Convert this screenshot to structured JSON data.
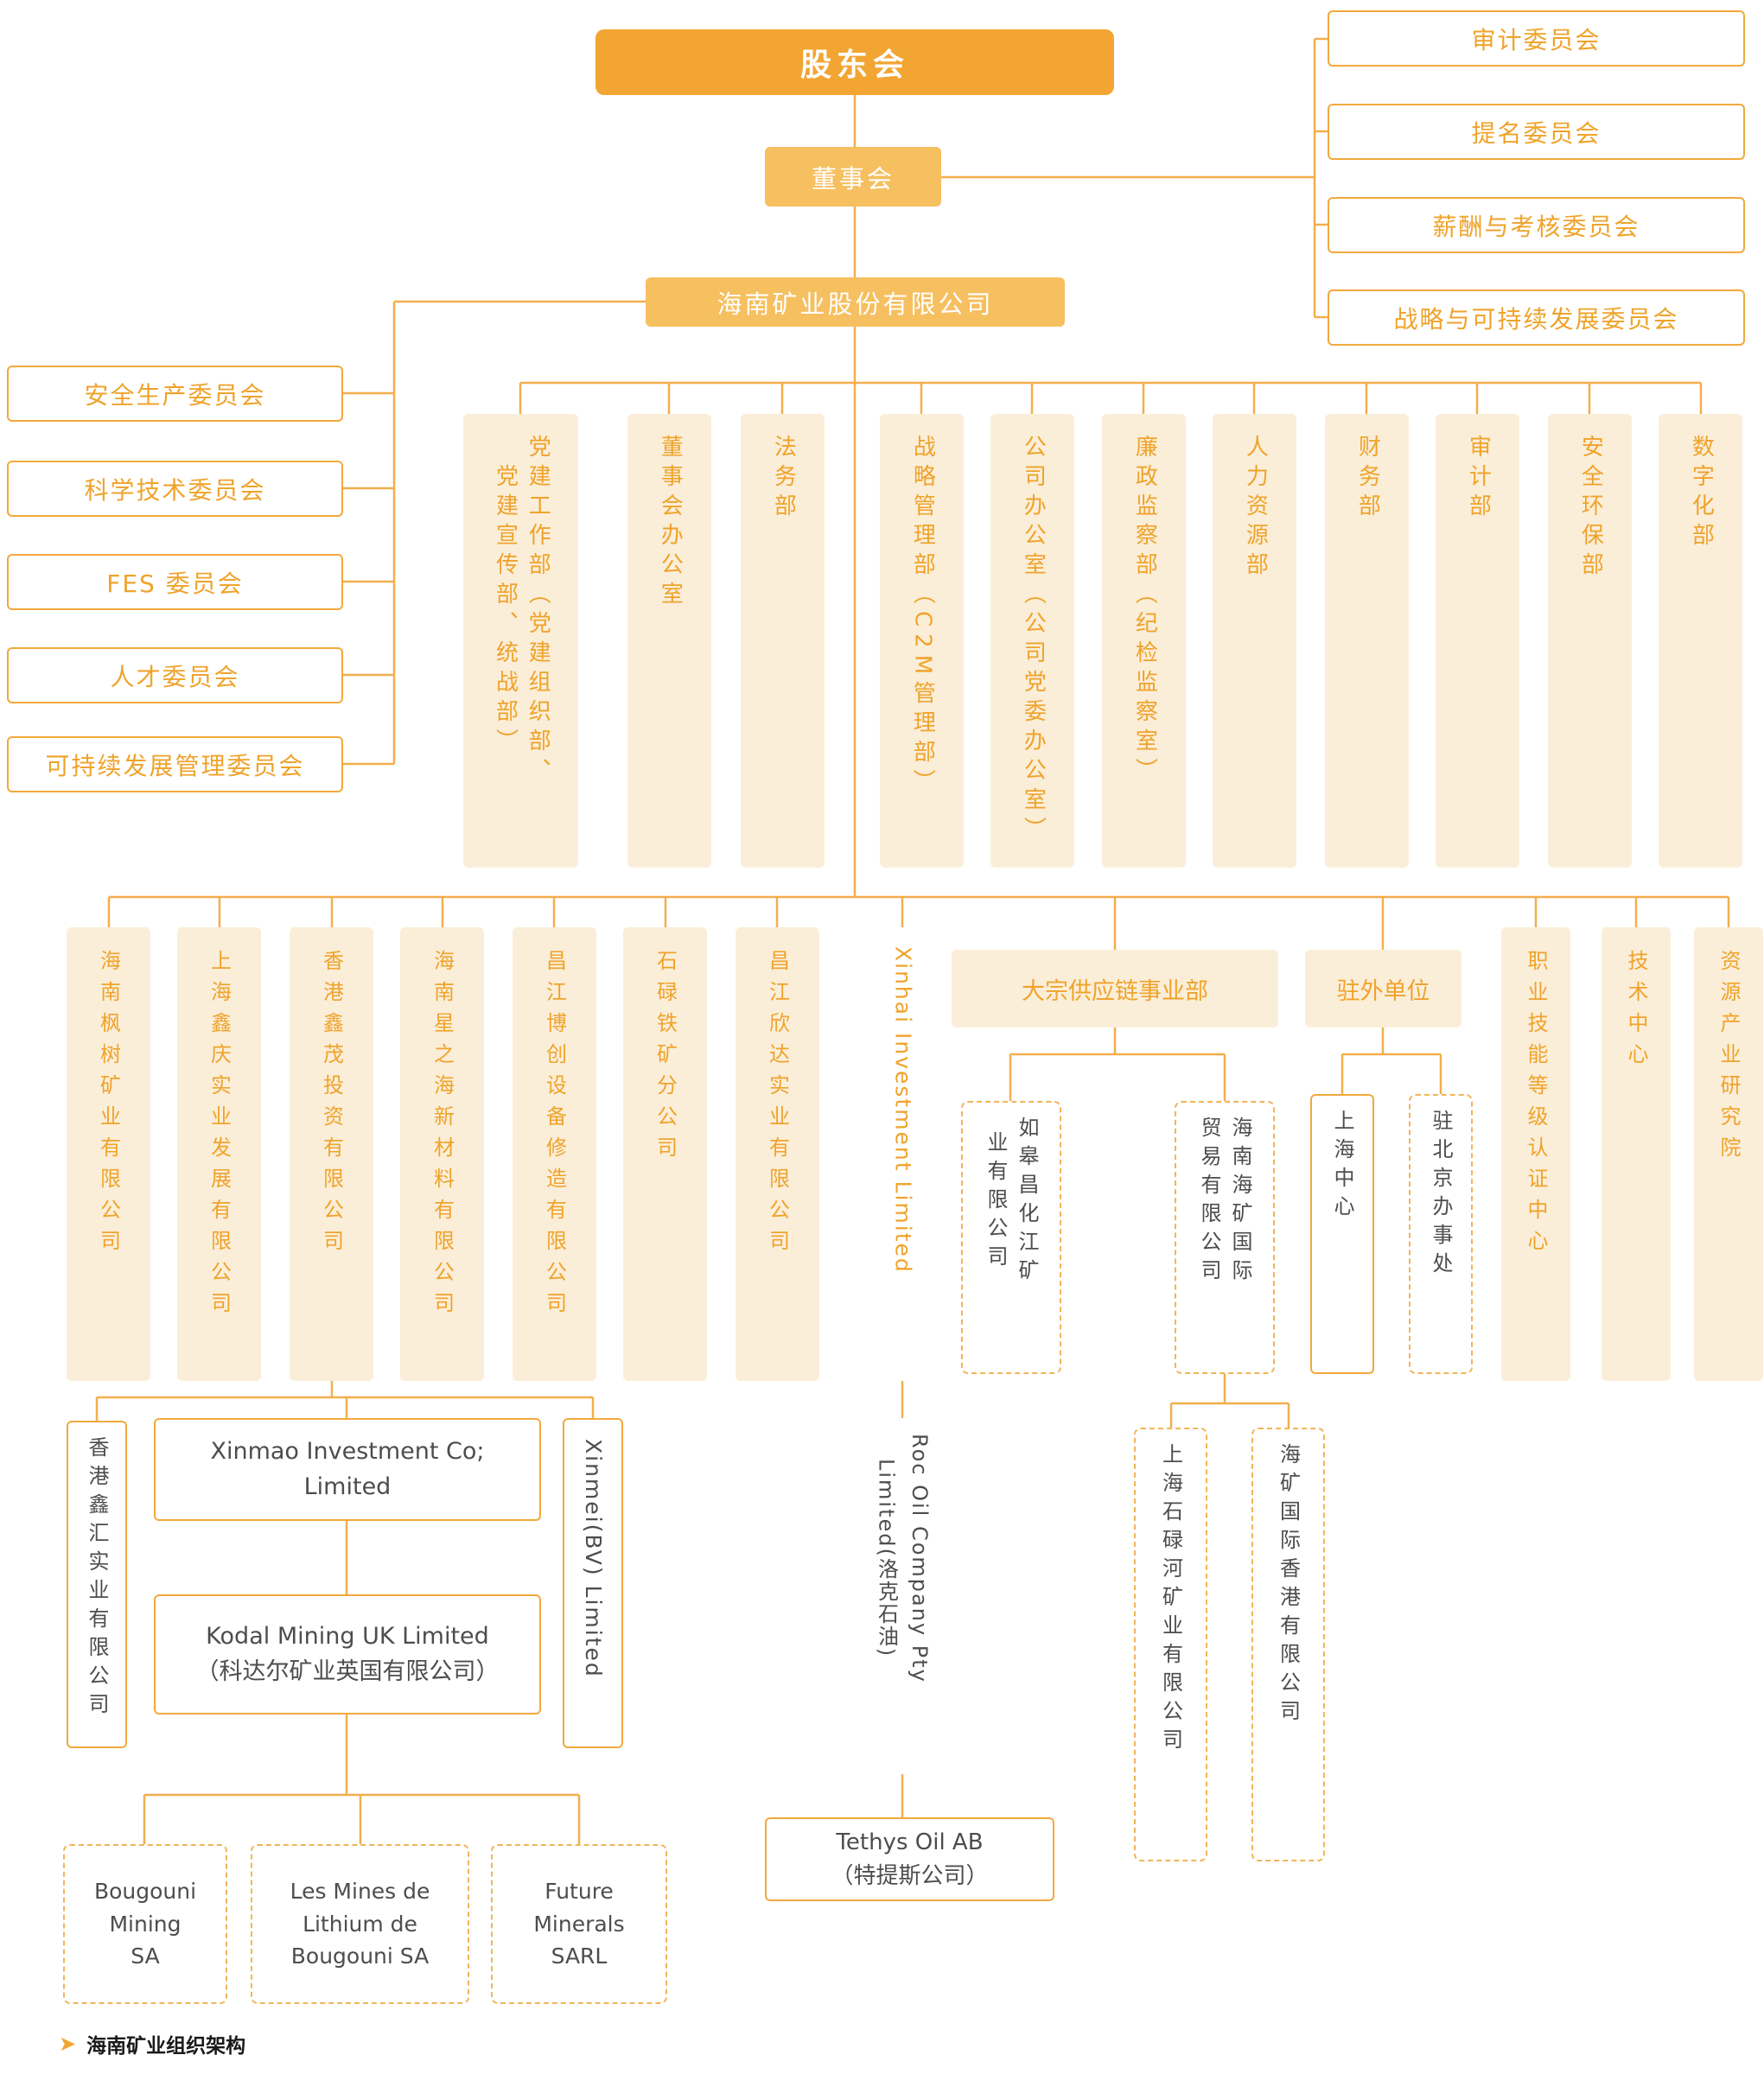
{
  "top_nodes": {
    "shareholders": "股东会",
    "board": "董事会",
    "company": "海南矿业股份有限公司"
  },
  "board_committees": [
    {
      "label": "审计委员会"
    },
    {
      "label": "提名委员会"
    },
    {
      "label": "薪酬与考核委员会"
    },
    {
      "label": "战略与可持续发展委员会"
    }
  ],
  "company_committees": [
    {
      "label": "安全生产委员会"
    },
    {
      "label": "科学技术委员会"
    },
    {
      "label": "FES 委员会"
    },
    {
      "label": "人才委员会"
    },
    {
      "label": "可持续发展管理委员会"
    }
  ],
  "departments": [
    {
      "label": "党建工作部（党建组织部、\n党建宣传部、统战部）"
    },
    {
      "label": "董事会办公室"
    },
    {
      "label": "法务部"
    },
    {
      "label": "战略管理部（C2M管理部）"
    },
    {
      "label": "公司办公室（公司党委办公室）"
    },
    {
      "label": "廉政监察部（纪检监察室）"
    },
    {
      "label": "人力资源部"
    },
    {
      "label": "财务部"
    },
    {
      "label": "审计部"
    },
    {
      "label": "安全环保部"
    },
    {
      "label": "数字化部"
    }
  ],
  "subsidiaries": [
    {
      "label": "海南枫树矿业有限公司"
    },
    {
      "label": "上海鑫庆实业发展有限公司"
    },
    {
      "label": "香港鑫茂投资有限公司"
    },
    {
      "label": "海南星之海新材料有限公司"
    },
    {
      "label": "昌江博创设备修造有限公司"
    },
    {
      "label": "石碌铁矿分公司"
    },
    {
      "label": "昌江欣达实业有限公司"
    },
    {
      "label": "Xinhai Investment Limited"
    },
    {
      "label": "职业技能等级认证中心"
    },
    {
      "label": "技术中心"
    },
    {
      "label": "资源产业研究院"
    }
  ],
  "divisions": {
    "supply_chain": {
      "label": "大宗供应链事业部",
      "children": [
        {
          "label": "如皋昌化江矿\n业有限公司"
        },
        {
          "label": "海南海矿国际\n贸易有限公司"
        }
      ],
      "grandchildren": [
        {
          "label": "上海石碌河矿业有限公司"
        },
        {
          "label": "海矿国际香港有限公司"
        }
      ]
    },
    "overseas": {
      "label": "驻外单位",
      "children": [
        {
          "label": "上海中心"
        },
        {
          "label": "驻北京办事处"
        }
      ]
    }
  },
  "xinmao_group": {
    "xinhui": "香港鑫汇实业有限公司",
    "xinmao": "Xinmao Investment Co;\nLimited",
    "xinmei": "Xinmei(BV) Limited",
    "kodal": "Kodal Mining UK Limited\n（科达尔矿业英国有限公司）",
    "mali": [
      {
        "label": "Bougouni\nMining\nSA"
      },
      {
        "label": "Les Mines de\nLithium de\nBougouni SA"
      },
      {
        "label": "Future\nMinerals\nSARL"
      }
    ]
  },
  "xinhai_group": {
    "roc": "Roc Oil Company Pty\nLimited(洛克石油)",
    "tethys": "Tethys Oil AB\n（特提斯公司）"
  },
  "caption": {
    "arrow": "➤",
    "text": "海南矿业组织架构"
  },
  "colors": {
    "primary_orange": "#F2A532",
    "light_orange": "#F6BF5F",
    "cream_fill": "#FBEED8",
    "orange_text": "#EFA32B",
    "connector_line": "#F3AE4D",
    "dashed_border": "#F2B45A",
    "dark_text": "#4D4D4F"
  }
}
